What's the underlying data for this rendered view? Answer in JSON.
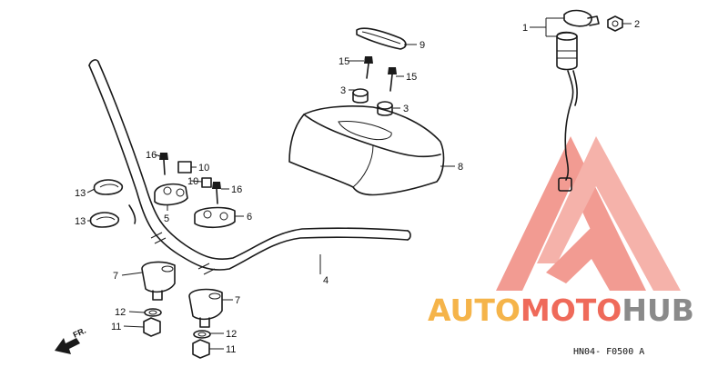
{
  "callouts": {
    "p1": "1",
    "p2": "2",
    "p3a": "3",
    "p3b": "3",
    "p4": "4",
    "p5": "5",
    "p6": "6",
    "p7a": "7",
    "p7b": "7",
    "p8": "8",
    "p9": "9",
    "p10a": "10",
    "p10b": "10",
    "p11a": "11",
    "p11b": "11",
    "p12a": "12",
    "p12b": "12",
    "p13a": "13",
    "p13b": "13",
    "p15a": "15",
    "p15b": "15",
    "p16a": "16",
    "p16b": "16"
  },
  "direction_label": "FR.",
  "diagram_code": "HN04- F0500 A",
  "watermark": {
    "part1": "AUTO",
    "part2": "MOTO",
    "part3": "HUB",
    "color_orange": "#f5b44a",
    "color_red": "#ef6a5a",
    "color_gray": "#8a8a8a",
    "triangle_color": "#f08a80"
  }
}
